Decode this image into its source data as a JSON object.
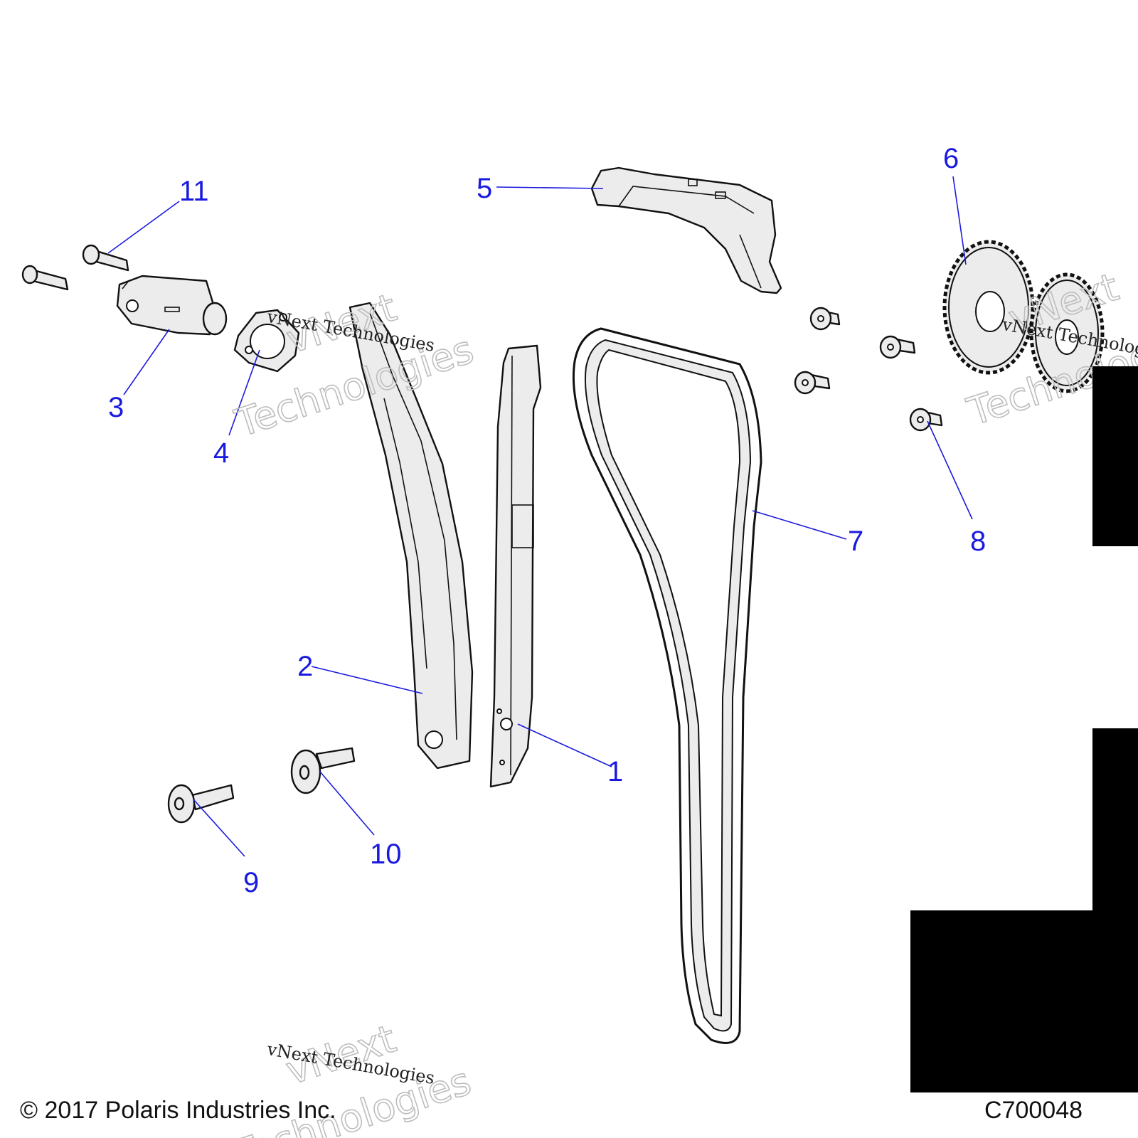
{
  "callouts": [
    "1",
    "2",
    "3",
    "4",
    "5",
    "6",
    "7",
    "8",
    "9",
    "10",
    "11"
  ],
  "watermark": {
    "script_text": "vNext Technologies",
    "outline_word_1": "vNext",
    "outline_word_2": "Technologies"
  },
  "footer": {
    "copyright": "© 2017 Polaris Industries Inc.",
    "figure_code": "C700048"
  },
  "colors": {
    "callout": "#1a1adf",
    "part_fill": "#ececec",
    "part_stroke": "#111111"
  }
}
